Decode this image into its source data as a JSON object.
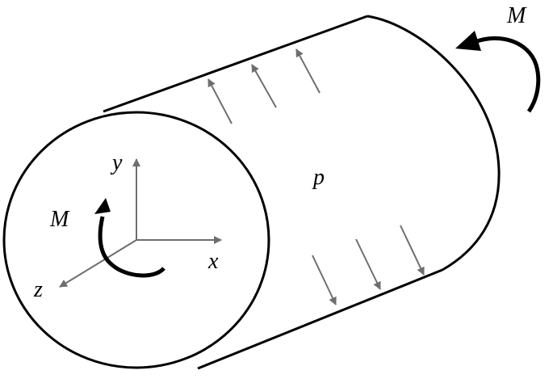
{
  "labels": {
    "moment_top": "M",
    "moment_left": "M",
    "pressure": "p",
    "axis_x": "x",
    "axis_y": "y",
    "axis_z": "z"
  },
  "colors": {
    "outline": "#000000",
    "pressure_arrow": "#6e6e6e",
    "axis": "#6e6e6e",
    "background": "#ffffff"
  },
  "icons": {
    "moment_arrow": "curved-arrow-icon",
    "pressure_arrow": "straight-arrow-icon"
  }
}
